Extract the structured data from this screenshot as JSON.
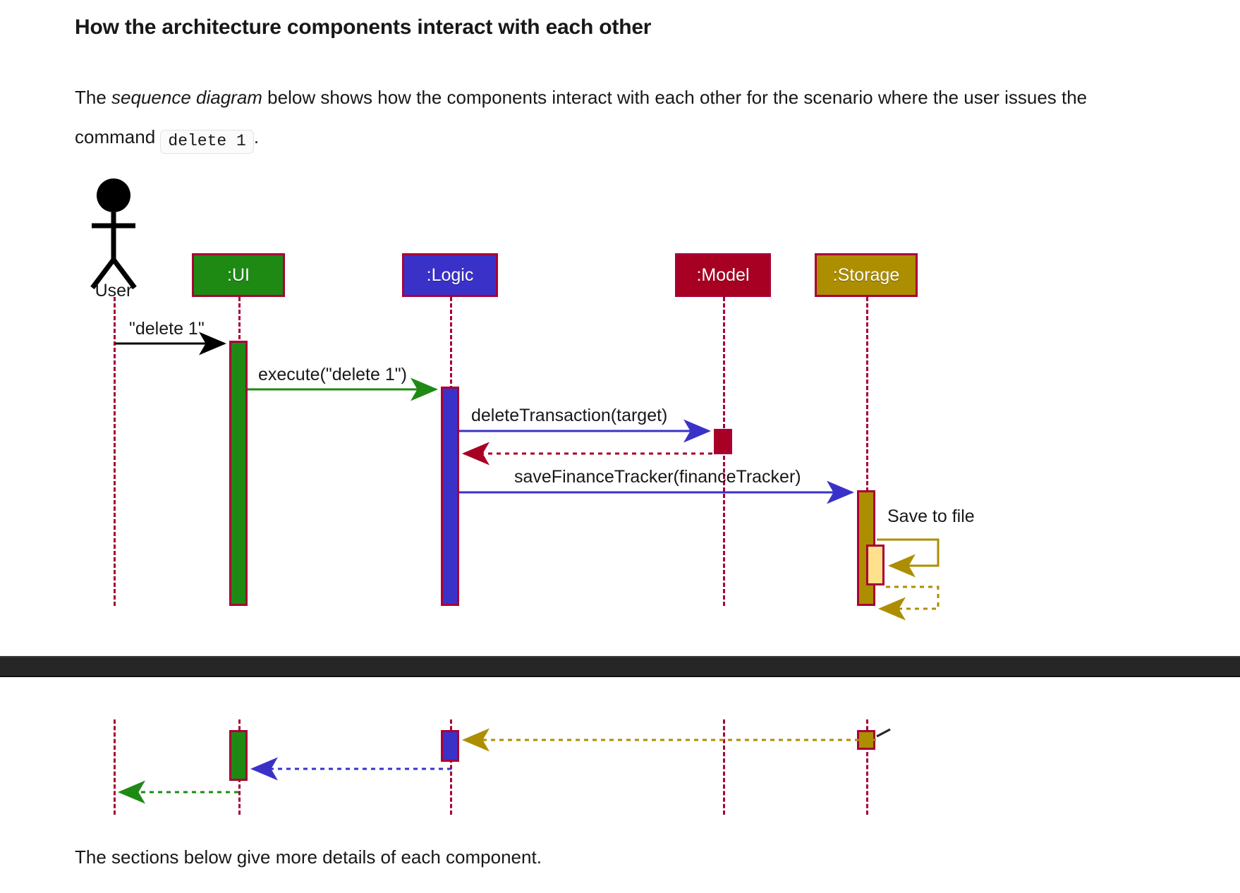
{
  "heading": "How the architecture components interact with each other",
  "paragraph": {
    "part1": "The ",
    "italic": "sequence diagram",
    "part2": " below shows how the components interact with each other for the scenario where the user issues the command ",
    "code": "delete 1",
    "part3": "."
  },
  "closing": "The sections below give more details of each component.",
  "diagram": {
    "actor": {
      "name": "User",
      "icon": "stick-figure-actor-icon"
    },
    "participants": [
      {
        "label": ":UI",
        "color": "#1E8A14",
        "border": "#A80036"
      },
      {
        "label": ":Logic",
        "color": "#3A32C8",
        "border": "#A80036"
      },
      {
        "label": ":Model",
        "color": "#A80022",
        "border": "#A80036"
      },
      {
        "label": ":Storage",
        "color": "#AD8E00",
        "border": "#A80036"
      }
    ],
    "messages": [
      {
        "label": "\"delete 1\"",
        "from": "User",
        "to": ":UI",
        "style": "solid",
        "color": "#000000"
      },
      {
        "label": "execute(\"delete 1\")",
        "from": ":UI",
        "to": ":Logic",
        "style": "solid",
        "color": "#1E8A14"
      },
      {
        "label": "deleteTransaction(target)",
        "from": ":Logic",
        "to": ":Model",
        "style": "solid",
        "color": "#3A32C8"
      },
      {
        "label": "",
        "from": ":Model",
        "to": ":Logic",
        "style": "dotted",
        "color": "#A80022"
      },
      {
        "label": "saveFinanceTracker(financeTracker)",
        "from": ":Logic",
        "to": ":Storage",
        "style": "solid",
        "color": "#3A32C8"
      },
      {
        "label": "Save to file",
        "from": ":Storage",
        "to": ":Storage",
        "style": "self-solid",
        "color": "#AD8E00"
      },
      {
        "label": "",
        "from": ":Storage",
        "to": ":Storage",
        "style": "self-dotted",
        "color": "#AD8E00"
      }
    ],
    "continuation_messages": [
      {
        "label": "",
        "from": ":Storage",
        "to": ":Logic",
        "style": "dotted",
        "color": "#AD8E00"
      },
      {
        "label": "",
        "from": ":Logic",
        "to": ":UI",
        "style": "dotted",
        "color": "#3A32C8"
      },
      {
        "label": "",
        "from": ":UI",
        "to": "User",
        "style": "dotted",
        "color": "#1E8A14"
      }
    ]
  }
}
